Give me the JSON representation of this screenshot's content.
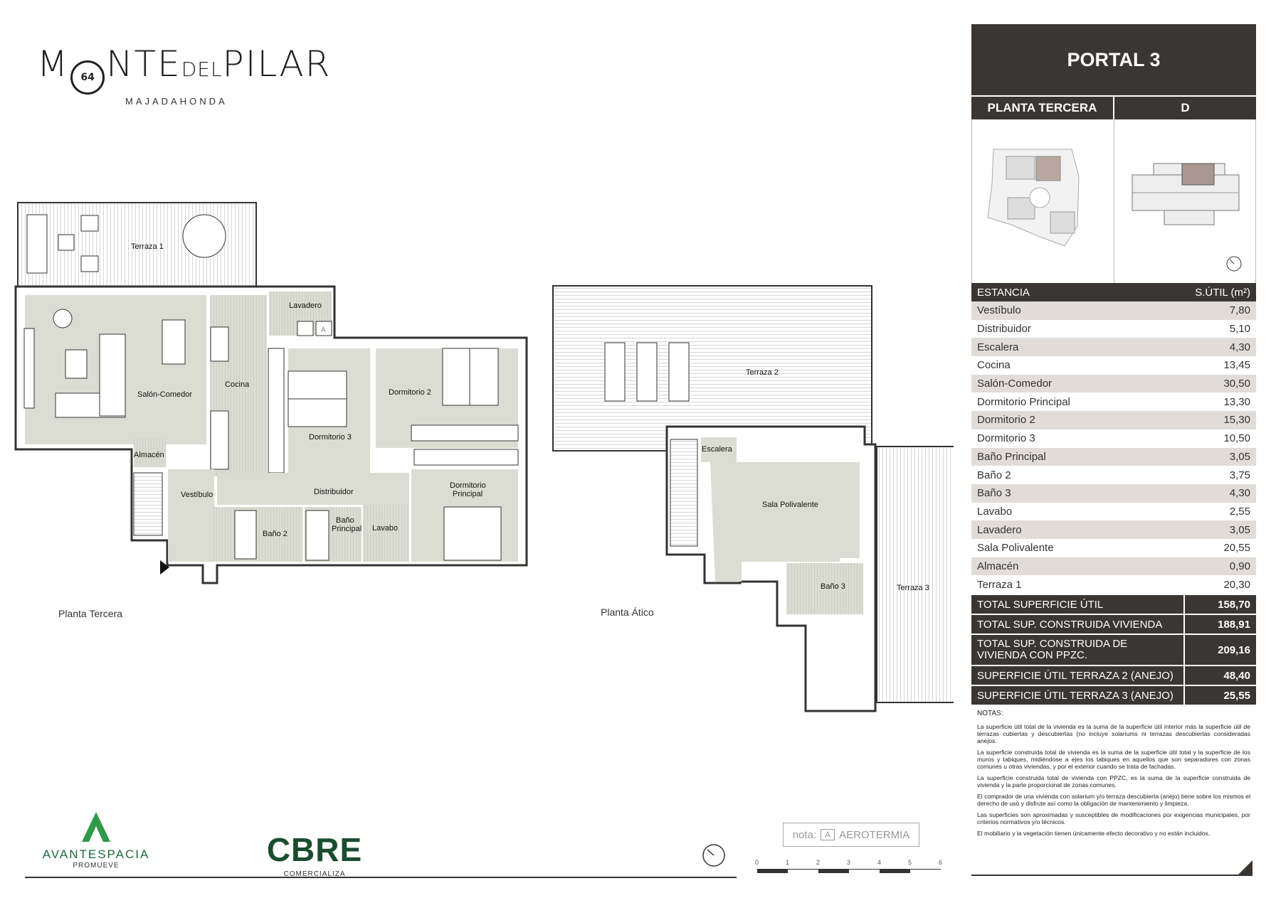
{
  "logo": {
    "word_left": "M",
    "word_num": "64",
    "word_mid": "NTE",
    "word_del": "DEL",
    "word_right": "PILAR",
    "subtitle": "MAJADAHONDA"
  },
  "panel": {
    "portal": "PORTAL 3",
    "floor": "PLANTA TERCERA",
    "unit": "D"
  },
  "table": {
    "header_room": "ESTANCIA",
    "header_area": "S.ÚTIL (m²)",
    "rows": [
      {
        "name": "Vestíbulo",
        "area": "7,80"
      },
      {
        "name": "Distribuidor",
        "area": "5,10"
      },
      {
        "name": "Escalera",
        "area": "4,30"
      },
      {
        "name": "Cocina",
        "area": "13,45"
      },
      {
        "name": "Salón-Comedor",
        "area": "30,50"
      },
      {
        "name": "Dormitorio Principal",
        "area": "13,30"
      },
      {
        "name": "Dormitorio 2",
        "area": "15,30"
      },
      {
        "name": "Dormitorio 3",
        "area": "10,50"
      },
      {
        "name": "Baño Principal",
        "area": "3,05"
      },
      {
        "name": "Baño 2",
        "area": "3,75"
      },
      {
        "name": "Baño 3",
        "area": "4,30"
      },
      {
        "name": "Lavabo",
        "area": "2,55"
      },
      {
        "name": "Lavadero",
        "area": "3,05"
      },
      {
        "name": "Sala Polivalente",
        "area": "20,55"
      },
      {
        "name": "Almacén",
        "area": "0,90"
      },
      {
        "name": "Terraza 1",
        "area": "20,30"
      }
    ]
  },
  "totals": [
    {
      "label": "TOTAL SUPERFICIE ÚTIL",
      "value": "158,70"
    },
    {
      "label": "TOTAL SUP. CONSTRUIDA VIVIENDA",
      "value": "188,91"
    },
    {
      "label": "TOTAL SUP. CONSTRUIDA DE VIVIENDA CON PPZC.",
      "value": "209,16"
    },
    {
      "label": "SUPERFICIE ÚTIL TERRAZA 2 (ANEJO)",
      "value": "48,40"
    },
    {
      "label": "SUPERFICIE ÚTIL TERRAZA 3 (ANEJO)",
      "value": "25,55"
    }
  ],
  "notes": {
    "title": "NOTAS:",
    "items": [
      "La superficie útil total de la vivienda es la suma de la superficie útil interior más la superficie útil de terrazas cubiertas y descubiertas (no incluye solariums ni terrazas descubiertas consideradas anejos.",
      "La superficie construida total de vivienda es la suma de la superficie útil total y la superficie de los muros y tabiques, midiéndose a ejes los tabiques en aquellos que son separadores con zonas comunes u otras viviendas, y por el exterior cuando se trata de fachadas.",
      "La superficie construida total de vivienda con PPZC, es la suma de la superficie construida de vivienda y la parte proporcional de zonas comunes.",
      "El comprador de una vivienda con solarium y/o terraza descubierta (anejo) tiene sobre los mismos el derecho de uso y disfrute así como la obligación de mantenimiento y limpieza.",
      "Las superficies son aproximadas y susceptibles de modificaciones por exigencias municipales, por criterios normativos y/o técnicos.",
      "El mobiliario y la vegetación tienen únicamente efecto decorativo y no están incluidos."
    ]
  },
  "plan_labels": {
    "terraza1": "Terraza 1",
    "salon": "Salón-Comedor",
    "cocina": "Cocina",
    "lavadero": "Lavadero",
    "dorm2": "Dormitorio 2",
    "dorm3": "Dormitorio 3",
    "dorm_princ_1": "Dormitorio",
    "dorm_princ_2": "Principal",
    "almacen": "Almacén",
    "vestibulo": "Vestíbulo",
    "distribuidor": "Distribuidor",
    "bano2": "Baño 2",
    "bano_princ_1": "Baño",
    "bano_princ_2": "Principal",
    "lavabo": "Lavabo",
    "aero_mark": "A",
    "terraza2": "Terraza 2",
    "escalera": "Escalera",
    "sala": "Sala Polivalente",
    "bano3": "Baño 3",
    "terraza3": "Terraza 3",
    "caption_left": "Planta Tercera",
    "caption_right": "Planta Ático"
  },
  "footer": {
    "promoter": "AVANTESPACIA",
    "promoter_role": "PROMUEVE",
    "seller": "CBRE",
    "seller_role": "COMERCIALIZA",
    "nota_label": "nota:",
    "nota_mark": "A",
    "nota_text": "AEROTERMIA",
    "scale": [
      "0",
      "1",
      "2",
      "3",
      "4",
      "5",
      "6"
    ]
  },
  "colors": {
    "panel_dark": "#3a3633",
    "row_shade": "#e1dcd8",
    "room_fill": "#dcddd2",
    "green": "#1a6b3a"
  }
}
